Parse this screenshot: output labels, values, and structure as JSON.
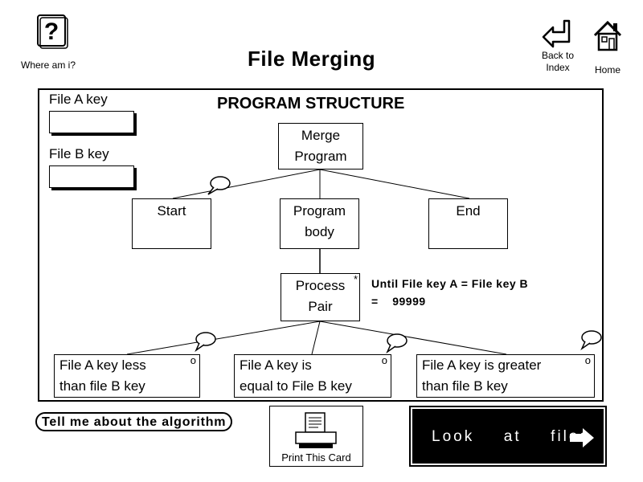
{
  "header": {
    "help_label": "Where am i?",
    "title": "File Merging",
    "back_label_line1": "Back to",
    "back_label_line2": "Index",
    "home_label": "Home"
  },
  "fields": {
    "file_a_label": "File A key",
    "file_a_value": "",
    "file_b_label": "File B key",
    "file_b_value": ""
  },
  "diagram": {
    "section_title": "PROGRAM STRUCTURE",
    "merge_program_line1": "Merge",
    "merge_program_line2": "Program",
    "start": "Start",
    "program_body_line1": "Program",
    "program_body_line2": "body",
    "end": "End",
    "process_pair_line1": "Process",
    "process_pair_line2": "Pair",
    "iteration_marker": "*",
    "selection_marker": "o",
    "until_line1": "Until File key A = File key B",
    "until_line2": "=    99999",
    "less_line1": "File A key less",
    "less_line2": "than file B key",
    "equal_line1": "File A key is",
    "equal_line2": "equal to File B key",
    "greater_line1": "File A key is greater",
    "greater_line2": "than file B key"
  },
  "footer": {
    "algorithm_button": "Tell me about the algorithm",
    "print_label": "Print This Card",
    "look_button": "Look  at  files"
  }
}
